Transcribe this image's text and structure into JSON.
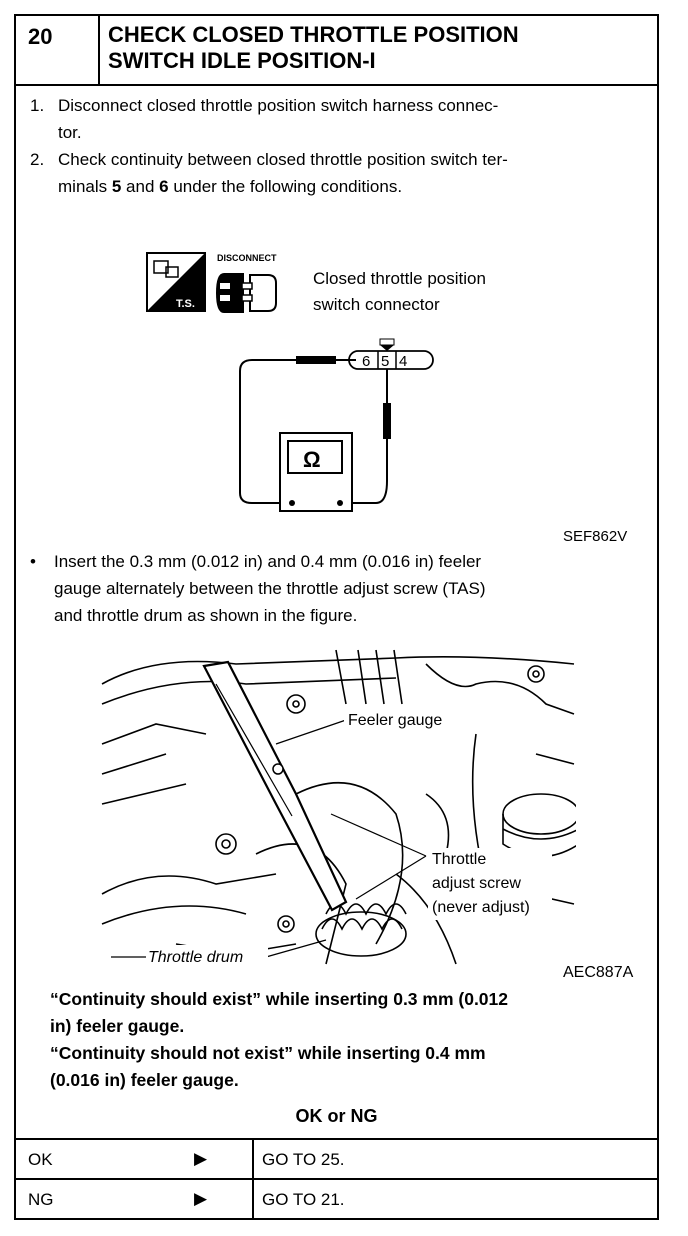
{
  "header": {
    "step_number": "20",
    "title_line1": "CHECK CLOSED THROTTLE POSITION",
    "title_line2": "SWITCH IDLE POSITION-I"
  },
  "steps": [
    {
      "num": "1.",
      "line1": "Disconnect closed throttle position switch harness connec-",
      "line2": "tor."
    },
    {
      "num": "2.",
      "line1": "Check continuity between closed throttle position switch ter-",
      "line2_a": "minals ",
      "line2_b": "5",
      "line2_c": " and ",
      "line2_d": "6",
      "line2_e": " under the following conditions."
    }
  ],
  "diagram1": {
    "ts_label": "T.S.",
    "disconnect_label": "DISCONNECT",
    "connector_label_line1": "Closed throttle position",
    "connector_label_line2": "switch connector",
    "terminals": [
      "6",
      "5",
      "4"
    ],
    "meter_symbol": "Ω",
    "ref_code": "SEF862V"
  },
  "bullet": {
    "symbol": "•",
    "line1": "Insert the 0.3 mm (0.012 in) and 0.4 mm (0.016 in) feeler",
    "line2": "gauge alternately between the throttle adjust screw (TAS)",
    "line3": "and throttle drum as shown in the figure."
  },
  "diagram2": {
    "feeler_gauge": "Feeler gauge",
    "tas_line1": "Throttle",
    "tas_line2": "adjust screw",
    "tas_line3": "(never adjust)",
    "throttle_drum": "Throttle drum",
    "ref_code": "AEC887A"
  },
  "results": {
    "line1": "“Continuity should exist” while inserting 0.3 mm (0.012",
    "line2": "in) feeler gauge.",
    "line3": "“Continuity should not exist” while inserting 0.4 mm",
    "line4": "(0.016 in) feeler gauge."
  },
  "ok_ng_label": "OK or NG",
  "outcomes": [
    {
      "result": "OK",
      "arrow": "▶",
      "action": "GO TO 25."
    },
    {
      "result": "NG",
      "arrow": "▶",
      "action": "GO TO 21."
    }
  ]
}
